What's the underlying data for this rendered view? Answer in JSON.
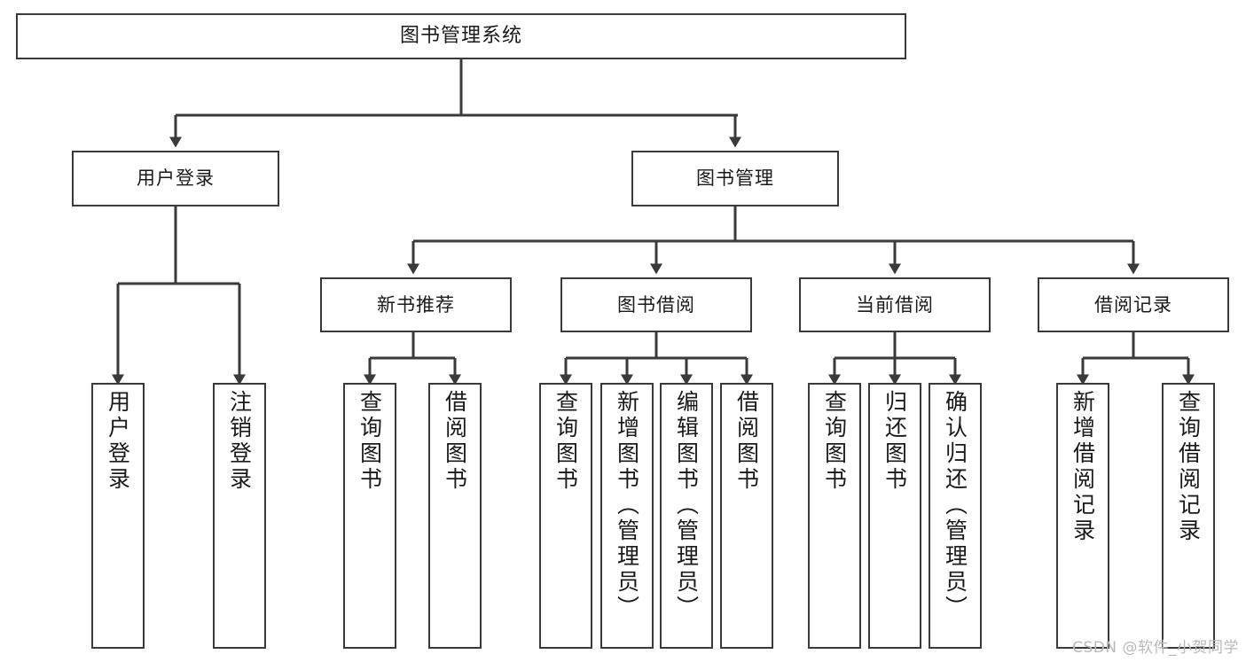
{
  "diagram": {
    "type": "tree",
    "title": "图书管理系统",
    "watermark": "CSDN @软件_小贺同学",
    "colors": {
      "stroke": "#3a3a3a",
      "fill": "#ffffff",
      "text": "#1a1a1a",
      "watermark": "#b9b9b9"
    },
    "nodes": {
      "root": {
        "label": "图书管理系统"
      },
      "level2": [
        {
          "id": "user-login",
          "label": "用户登录"
        },
        {
          "id": "book-manage",
          "label": "图书管理"
        }
      ],
      "level3": [
        {
          "id": "new-book-rec",
          "label": "新书推荐"
        },
        {
          "id": "book-borrow",
          "label": "图书借阅"
        },
        {
          "id": "current-borrow",
          "label": "当前借阅"
        },
        {
          "id": "borrow-record",
          "label": "借阅记录"
        }
      ],
      "leaves": [
        {
          "id": "leaf-user-login",
          "label": "用户登录",
          "parent": "user-login"
        },
        {
          "id": "leaf-logout-login",
          "label": "注销登录",
          "parent": "user-login"
        },
        {
          "id": "leaf-query-book-1",
          "label": "查询图书",
          "parent": "new-book-rec"
        },
        {
          "id": "leaf-borrow-book-1",
          "label": "借阅图书",
          "parent": "new-book-rec"
        },
        {
          "id": "leaf-query-book-2",
          "label": "查询图书",
          "parent": "book-borrow"
        },
        {
          "id": "leaf-add-book",
          "label": "新增图书（管理员）",
          "parent": "book-borrow"
        },
        {
          "id": "leaf-edit-book",
          "label": "编辑图书（管理员）",
          "parent": "book-borrow"
        },
        {
          "id": "leaf-borrow-book-2",
          "label": "借阅图书",
          "parent": "book-borrow"
        },
        {
          "id": "leaf-query-book-3",
          "label": "查询图书",
          "parent": "current-borrow"
        },
        {
          "id": "leaf-return-book",
          "label": "归还图书",
          "parent": "current-borrow"
        },
        {
          "id": "leaf-confirm-return",
          "label": "确认归还（管理员）",
          "parent": "current-borrow"
        },
        {
          "id": "leaf-add-record",
          "label": "新增借阅记录",
          "parent": "borrow-record"
        },
        {
          "id": "leaf-query-record",
          "label": "查询借阅记录",
          "parent": "borrow-record"
        }
      ]
    }
  }
}
